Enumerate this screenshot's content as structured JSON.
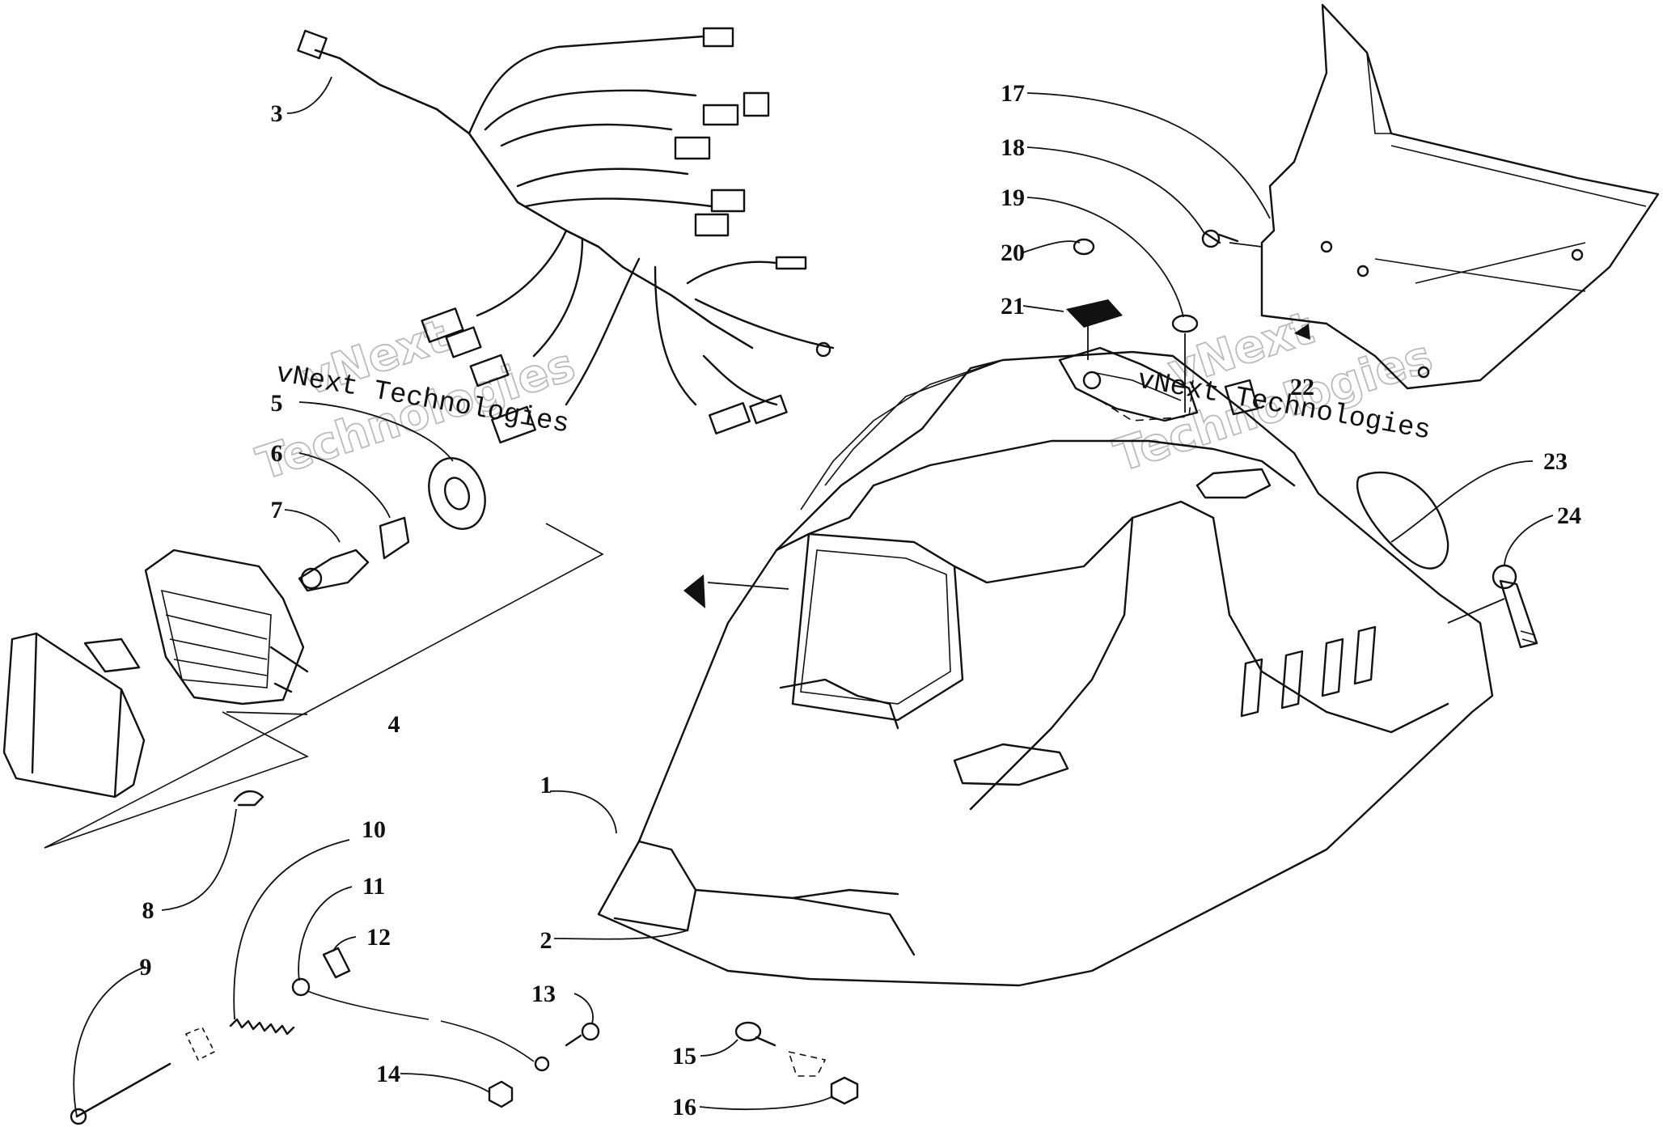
{
  "callouts": [
    {
      "id": "1",
      "label": "1"
    },
    {
      "id": "2",
      "label": "2"
    },
    {
      "id": "3",
      "label": "3"
    },
    {
      "id": "4",
      "label": "4"
    },
    {
      "id": "5",
      "label": "5"
    },
    {
      "id": "6",
      "label": "6"
    },
    {
      "id": "7",
      "label": "7"
    },
    {
      "id": "8",
      "label": "8"
    },
    {
      "id": "9",
      "label": "9"
    },
    {
      "id": "10",
      "label": "10"
    },
    {
      "id": "11",
      "label": "11"
    },
    {
      "id": "12",
      "label": "12"
    },
    {
      "id": "13",
      "label": "13"
    },
    {
      "id": "14",
      "label": "14"
    },
    {
      "id": "15",
      "label": "15"
    },
    {
      "id": "16",
      "label": "16"
    },
    {
      "id": "17",
      "label": "17"
    },
    {
      "id": "18",
      "label": "18"
    },
    {
      "id": "19",
      "label": "19"
    },
    {
      "id": "20",
      "label": "20"
    },
    {
      "id": "21",
      "label": "21"
    },
    {
      "id": "22",
      "label": "22"
    },
    {
      "id": "23",
      "label": "23"
    },
    {
      "id": "24",
      "label": "24"
    }
  ],
  "watermark": {
    "company": "vNext Technologies",
    "line1": "vNext",
    "line2": "Technologies"
  },
  "colors": {
    "ink": "#111111",
    "watermark_outline": "#bbbbbb",
    "background": "#ffffff"
  }
}
